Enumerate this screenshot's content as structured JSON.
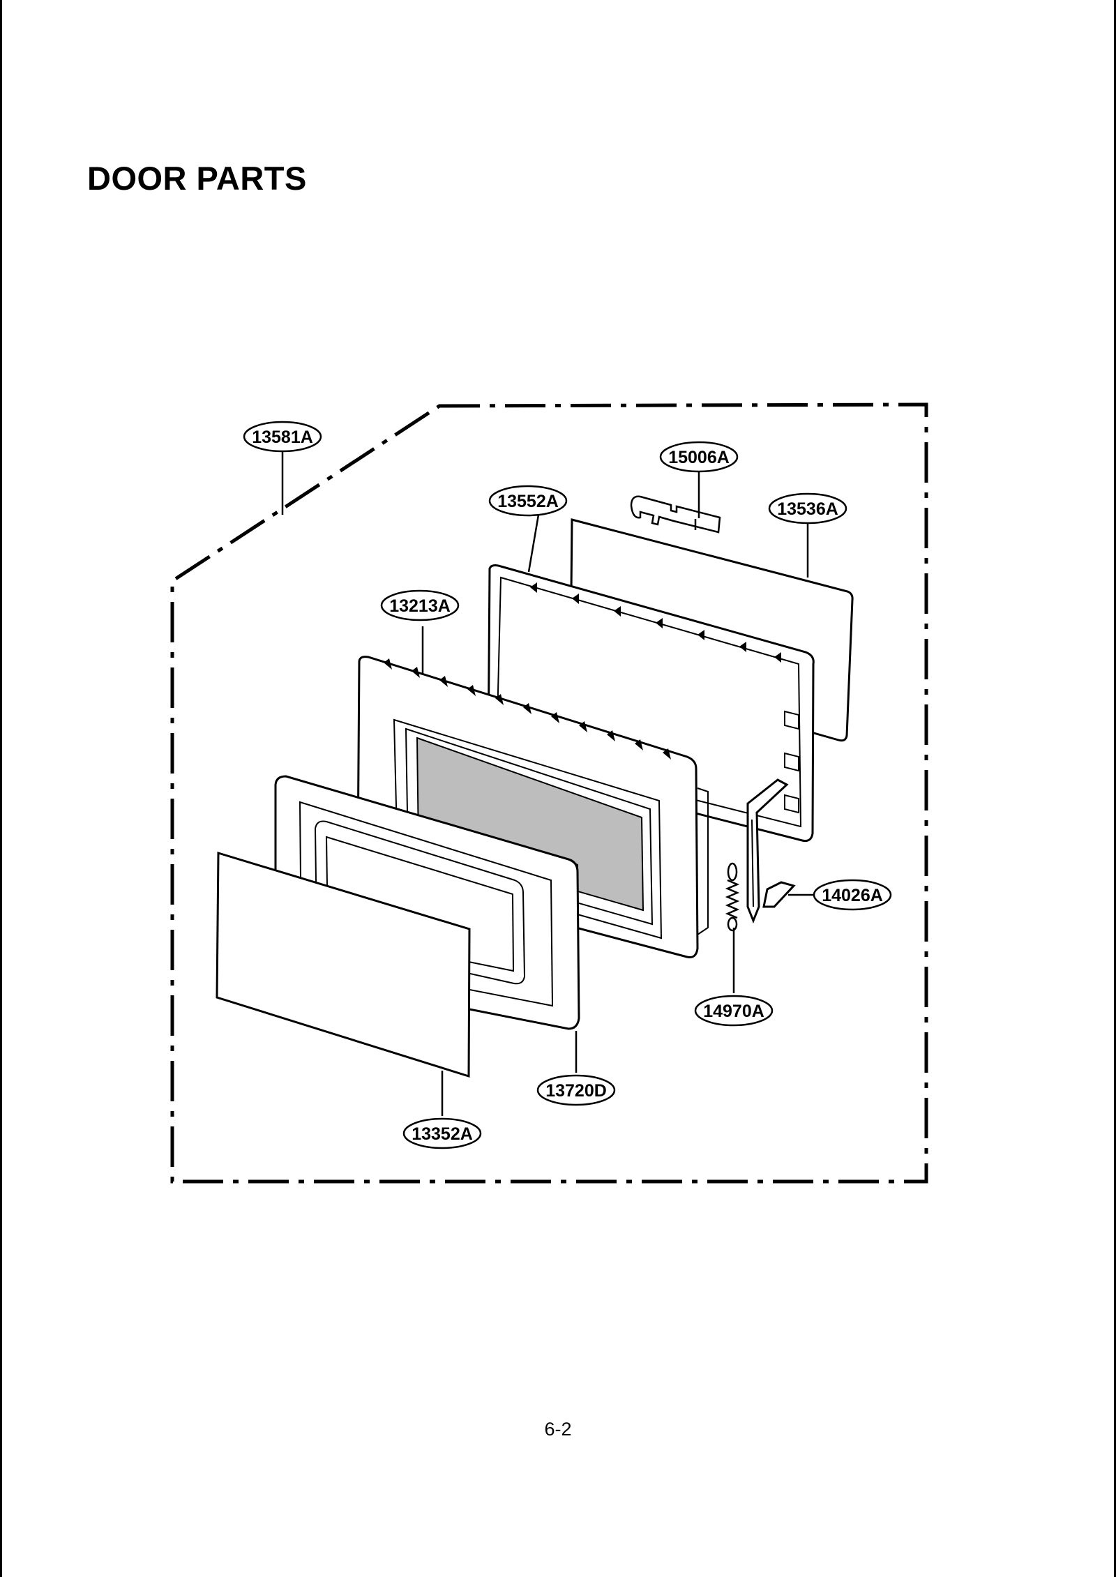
{
  "page": {
    "title": "DOOR PARTS",
    "page_number": "6-2"
  },
  "diagram": {
    "labels": {
      "assembly": "13581A",
      "latch_key": "15006A",
      "choke_cover": "13552A",
      "inner_panel": "13536A",
      "door_frame": "13213A",
      "latch_lever": "14026A",
      "spring": "14970A",
      "door_screen": "13720D",
      "front_glass": "13352A"
    }
  }
}
